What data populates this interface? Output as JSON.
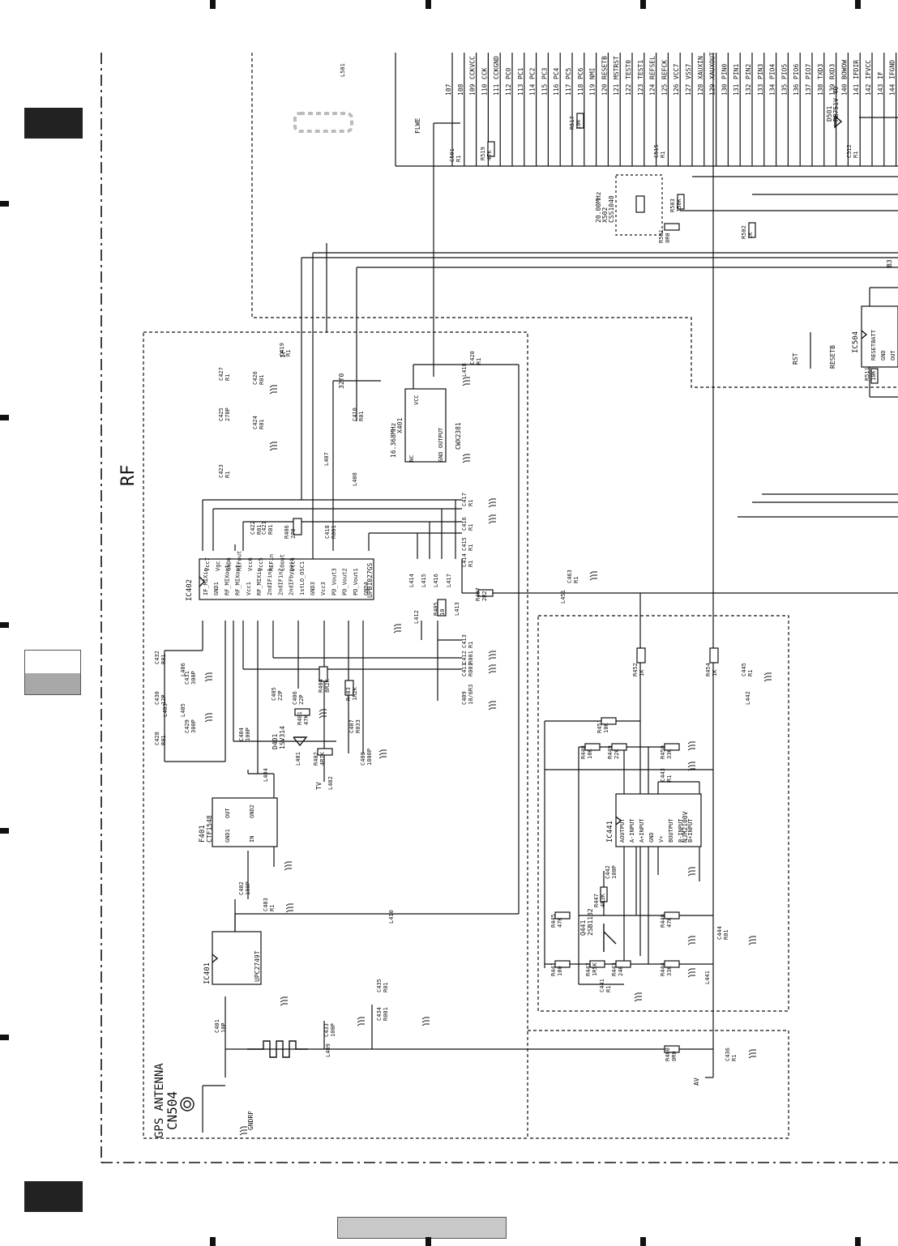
{
  "sections": {
    "rf": "RF",
    "gps_antenna": "GPS ANTENNA",
    "connector": "CN504"
  },
  "ic": {
    "ic402": {
      "ref": "IC402",
      "part": "UPB1027GS",
      "pins_left": [
        "IF_MIXin",
        "GND1",
        "RF_MIXout",
        "RF_MIXout",
        "Vcc1",
        "RF_MIXin",
        "2ndIFin1",
        "2ndIFin2",
        "2ndIFbypass",
        "1stLO_OSC1",
        "GND3",
        "Vcc3",
        "PD_Vout3",
        "PD_Vout2",
        "PD_Vout1",
        "GND4"
      ],
      "pins_right": [
        "Vcc7",
        "Vgc",
        "GND6",
        "REFout",
        "Vcc6",
        "Vcc5",
        "REFin",
        "LOout",
        "Vcc4"
      ]
    },
    "ic401": {
      "ref": "IC401",
      "part": "UPC2749T"
    },
    "ic441": {
      "ref": "IC441",
      "part": "NJM2100V",
      "pins": [
        "AOUTPUT",
        "A-INPUT",
        "A+INPUT",
        "GND",
        "V+",
        "BOUTPUT",
        "B-INPUT",
        "B+INPUT"
      ]
    },
    "ic504": {
      "ref": "IC504",
      "pins": [
        "RESETBATT",
        "GND",
        "OUT"
      ]
    },
    "x401": {
      "ref": "X401",
      "freq": "16.368MHz",
      "part": "CWX2381",
      "pins": [
        "NC",
        "VCC",
        "GND OUTPUT"
      ]
    },
    "x502": {
      "ref": "X502",
      "freq": "20.00MHz",
      "part": "CSS1040"
    },
    "f401": {
      "ref": "F401",
      "part": "CTF1548",
      "pins": [
        "GND1",
        "OUT",
        "GND2",
        "IN"
      ]
    },
    "q441": {
      "ref": "Q441",
      "part": "2SB1132"
    },
    "d401": {
      "ref": "D401",
      "part": "1SV314"
    },
    "d501": {
      "ref": "D501",
      "part": "RB751V-40"
    }
  },
  "passives": [
    {
      "ref": "C419",
      "val": "R1"
    },
    {
      "ref": "C427",
      "val": "R1"
    },
    {
      "ref": "C426",
      "val": "R01"
    },
    {
      "ref": "C425",
      "val": "270P"
    },
    {
      "ref": "C424",
      "val": "R01"
    },
    {
      "ref": "C423",
      "val": "R1"
    },
    {
      "ref": "C422",
      "val": "R01"
    },
    {
      "ref": "C421",
      "val": "R01"
    },
    {
      "ref": "R406",
      "val": "270"
    },
    {
      "ref": "C418",
      "val": "R001"
    },
    {
      "ref": "C410",
      "val": "R01"
    },
    {
      "ref": "C420",
      "val": "R1"
    },
    {
      "ref": "C417",
      "val": "R1"
    },
    {
      "ref": "C416",
      "val": "R1"
    },
    {
      "ref": "C415",
      "val": "R1"
    },
    {
      "ref": "C414",
      "val": "R1"
    },
    {
      "ref": "C413",
      "val": "R1"
    },
    {
      "ref": "C412",
      "val": "R001"
    },
    {
      "ref": "C411",
      "val": "R001"
    },
    {
      "ref": "C409",
      "val": "10/6R3"
    },
    {
      "ref": "R405",
      "val": "10"
    },
    {
      "ref": "R407",
      "val": "2R2"
    },
    {
      "ref": "C463",
      "val": "R1"
    },
    {
      "ref": "C432",
      "val": "R01"
    },
    {
      "ref": "C431",
      "val": "300P"
    },
    {
      "ref": "C430",
      "val": "12P"
    },
    {
      "ref": "C429",
      "val": "300P"
    },
    {
      "ref": "C428",
      "val": "R01"
    },
    {
      "ref": "C404",
      "val": "100P"
    },
    {
      "ref": "C405",
      "val": "22P"
    },
    {
      "ref": "C406",
      "val": "22P"
    },
    {
      "ref": "R401",
      "val": "47K"
    },
    {
      "ref": "R404",
      "val": "8R2K"
    },
    {
      "ref": "R403",
      "val": "1R2K"
    },
    {
      "ref": "C407",
      "val": "R033"
    },
    {
      "ref": "R402",
      "val": "4R7K"
    },
    {
      "ref": "C408",
      "val": "1800P"
    },
    {
      "ref": "C402",
      "val": "100P"
    },
    {
      "ref": "C403",
      "val": "R1"
    },
    {
      "ref": "C401",
      "val": "10P"
    },
    {
      "ref": "C433",
      "val": "100P"
    },
    {
      "ref": "C434",
      "val": "R001"
    },
    {
      "ref": "C435",
      "val": "R01"
    },
    {
      "ref": "R460",
      "val": "0R0"
    },
    {
      "ref": "C436",
      "val": "R1"
    },
    {
      "ref": "R452",
      "val": "1K"
    },
    {
      "ref": "R454",
      "val": "1K"
    },
    {
      "ref": "C445",
      "val": "R1"
    },
    {
      "ref": "R451",
      "val": "10K"
    },
    {
      "ref": "R448",
      "val": "10K"
    },
    {
      "ref": "R449",
      "val": "22K"
    },
    {
      "ref": "R450",
      "val": "33K"
    },
    {
      "ref": "C443",
      "val": "R1"
    },
    {
      "ref": "C442",
      "val": "100P"
    },
    {
      "ref": "R447",
      "val": "4R3K"
    },
    {
      "ref": "R445",
      "val": "47K"
    },
    {
      "ref": "R446",
      "val": "47K"
    },
    {
      "ref": "C444",
      "val": "R01"
    },
    {
      "ref": "R441",
      "val": "100"
    },
    {
      "ref": "R442",
      "val": "1R5K"
    },
    {
      "ref": "R443",
      "val": "24K"
    },
    {
      "ref": "R444",
      "val": "33K"
    },
    {
      "ref": "C441",
      "val": "R1"
    },
    {
      "ref": "C501",
      "val": "R1"
    },
    {
      "ref": "R519",
      "val": "47K"
    },
    {
      "ref": "R517",
      "val": "10K"
    },
    {
      "ref": "C515",
      "val": "R1"
    },
    {
      "ref": "C512",
      "val": "R1"
    },
    {
      "ref": "R503",
      "val": "150K"
    },
    {
      "ref": "R501",
      "val": "0R0"
    },
    {
      "ref": "R502",
      "val": "1K"
    },
    {
      "ref": "R511",
      "val": "10K"
    }
  ],
  "inductors": [
    "L401",
    "L402",
    "L403",
    "L404",
    "L405",
    "L406",
    "L407",
    "L408",
    "L409",
    "L410",
    "L412",
    "L413",
    "L414",
    "L415",
    "L416",
    "L417",
    "L418",
    "L441",
    "L442",
    "L451",
    "L501"
  ],
  "net_labels": [
    "IF",
    "32f0",
    "TV",
    "AV",
    "RST",
    "RESETB",
    "FLWE",
    "GNDRF",
    "B3"
  ],
  "bus_pins": [
    {
      "n": "107",
      "s": ""
    },
    {
      "n": "108",
      "s": ""
    },
    {
      "n": "109",
      "s": "CCKVCC"
    },
    {
      "n": "110",
      "s": "CCK"
    },
    {
      "n": "111",
      "s": "CCKGND"
    },
    {
      "n": "112",
      "s": "PC0"
    },
    {
      "n": "113",
      "s": "PC1"
    },
    {
      "n": "114",
      "s": "PC2"
    },
    {
      "n": "115",
      "s": "PC3"
    },
    {
      "n": "116",
      "s": "PC4"
    },
    {
      "n": "117",
      "s": "PC5"
    },
    {
      "n": "118",
      "s": "PC6"
    },
    {
      "n": "119",
      "s": "NMI"
    },
    {
      "n": "120",
      "s": "RESETB"
    },
    {
      "n": "121",
      "s": "MSTRST"
    },
    {
      "n": "122",
      "s": "TEST0"
    },
    {
      "n": "123",
      "s": "TEST1"
    },
    {
      "n": "124",
      "s": "REFSEL"
    },
    {
      "n": "125",
      "s": "REFCK"
    },
    {
      "n": "126",
      "s": "VCC7"
    },
    {
      "n": "127",
      "s": "VSS7"
    },
    {
      "n": "128",
      "s": "XAUXIN"
    },
    {
      "n": "129",
      "s": "XAUXOUT"
    },
    {
      "n": "130",
      "s": "PIN0"
    },
    {
      "n": "131",
      "s": "PIN1"
    },
    {
      "n": "132",
      "s": "PIN2"
    },
    {
      "n": "133",
      "s": "PIN3"
    },
    {
      "n": "134",
      "s": "PIO4"
    },
    {
      "n": "135",
      "s": "PIO5"
    },
    {
      "n": "136",
      "s": "PIO6"
    },
    {
      "n": "137",
      "s": "PIO7"
    },
    {
      "n": "138",
      "s": "TXD3"
    },
    {
      "n": "139",
      "s": "RXD3"
    },
    {
      "n": "140",
      "s": "BOWOW"
    },
    {
      "n": "141",
      "s": "IFDIR"
    },
    {
      "n": "142",
      "s": "IFVCC"
    },
    {
      "n": "143",
      "s": "IF"
    },
    {
      "n": "144",
      "s": "IFGND"
    }
  ],
  "colors": {
    "ink": "#111111",
    "tab_dark": "#222222",
    "tab_gray": "#a8a8a8",
    "bar": "#c8c8c8"
  }
}
